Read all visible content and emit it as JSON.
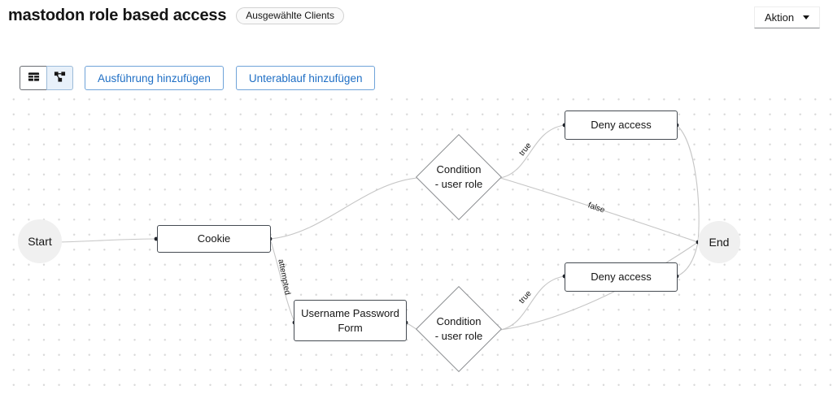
{
  "header": {
    "title": "mastodon role based access",
    "badge": "Ausgewählte Clients",
    "action": {
      "label": "Aktion"
    }
  },
  "toolbar": {
    "table_view_icon": "table-icon",
    "diagram_view_icon": "project-diagram-icon",
    "selected_view": "diagram",
    "add_execution_label": "Ausführung hinzufügen",
    "add_subflow_label": "Unterablauf hinzufügen"
  },
  "flow": {
    "start_label": "Start",
    "end_label": "End",
    "cookie_label": "Cookie",
    "condition_top": {
      "line1": "Condition",
      "line2": "- user role"
    },
    "deny_top_label": "Deny access",
    "form": {
      "line1": "Username Password",
      "line2": "Form"
    },
    "condition_bottom": {
      "line1": "Condition",
      "line2": "- user role"
    },
    "deny_bottom_label": "Deny access",
    "edge_labels": {
      "condition_true_top": "true",
      "condition_false_top": "false",
      "cookie_attempted": "attempted",
      "condition_true_bottom": "true"
    }
  },
  "colors": {
    "accent_blue": "#1f6fc5",
    "button_border_blue": "#6fa3d9",
    "selected_toggle_bg": "#e8f1fa",
    "node_border_dark": "#454b52",
    "diamond_border": "#8a8d90",
    "edge_stroke": "#c6c6c6",
    "terminal_bg": "#f0f0f0",
    "canvas_dot": "#d9d9d9"
  }
}
